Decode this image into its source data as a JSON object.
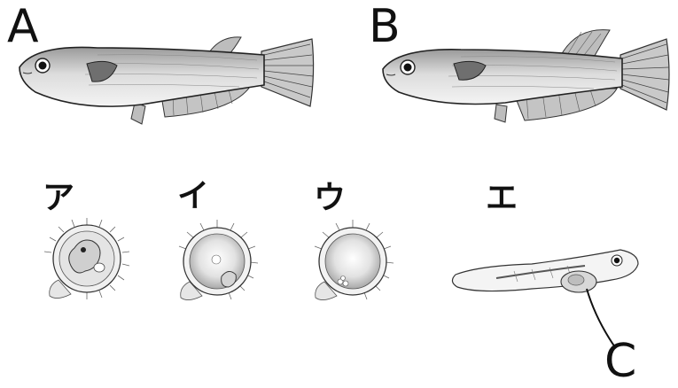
{
  "labels": {
    "fish_a": "A",
    "fish_b": "B",
    "stage_a": "ア",
    "stage_i": "イ",
    "stage_u": "ウ",
    "stage_e": "エ",
    "part_c": "C"
  },
  "colors": {
    "ink": "#111111",
    "egg_fill": "#e4e4e4",
    "fish_body": "#d6d6d6"
  },
  "icons": [
    "medaka-female-fish",
    "medaka-male-fish",
    "fertilized-egg",
    "hatchling-larva"
  ]
}
